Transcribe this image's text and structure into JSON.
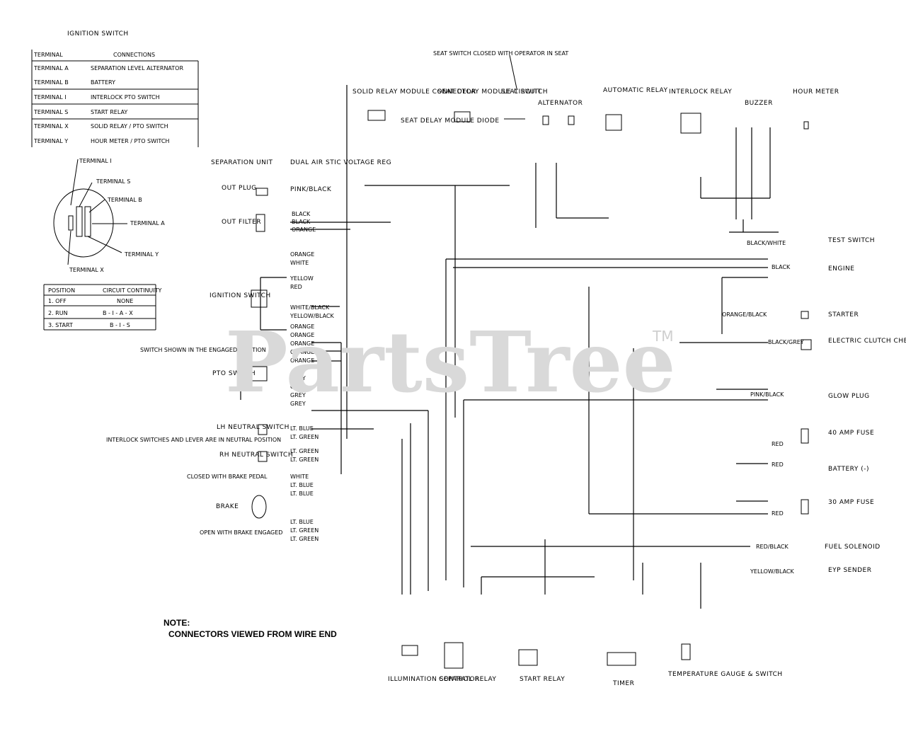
{
  "ignition_table": {
    "title": "IGNITION SWITCH",
    "headers": [
      "TERMINAL",
      "CONNECTIONS"
    ],
    "rows": [
      [
        "TERMINAL A",
        "SEPARATION LEVEL ALTERNATOR"
      ],
      [
        "TERMINAL B",
        "BATTERY"
      ],
      [
        "TERMINAL I",
        "INTERLOCK PTO SWITCH"
      ],
      [
        "TERMINAL S",
        "START RELAY"
      ],
      [
        "TERMINAL X",
        "SOLID RELAY / PTO SWITCH"
      ],
      [
        "TERMINAL Y",
        "HOUR METER / PTO SWITCH"
      ]
    ]
  },
  "position_table": {
    "headers": [
      "POSITION",
      "CIRCUIT CONTINUITY"
    ],
    "rows": [
      [
        "1. OFF",
        "NONE"
      ],
      [
        "2. RUN",
        "B - I - A - X"
      ],
      [
        "3. START",
        "B - I - S"
      ]
    ]
  },
  "terminal_labels": [
    "TERMINAL I",
    "TERMINAL S",
    "TERMINAL B",
    "TERMINAL A",
    "TERMINAL Y",
    "TERMINAL X"
  ],
  "top_components": [
    "SEAT SWITCH CLOSED WITH OPERATOR IN SEAT",
    "SOLID RELAY MODULE CONNECTOR",
    "SEAT DELAY MODULE CIRCUIT",
    "SEAT SWITCH",
    "SEAT DELAY MODULE DIODE",
    "ALTERNATOR",
    "AUTOMATIC RELAY",
    "INTERLOCK RELAY",
    "BUZZER",
    "HOUR METER"
  ],
  "left_components": {
    "separation_unit": "SEPARATION UNIT",
    "dual_air": "DUAL AIR STIC VOLTAGE REG",
    "plug": "OUT PLUG",
    "plug_wire": "PINK/BLACK",
    "filter": "OUT FILTER",
    "filter_wires": [
      "BLACK",
      "BLACK",
      "ORANGE"
    ],
    "ignition": "IGNITION SWITCH",
    "ignition_wires": [
      "ORANGE",
      "WHITE",
      "YELLOW",
      "RED",
      "WHITE/BLACK",
      "YELLOW/BLACK",
      "ORANGE",
      "ORANGE",
      "ORANGE",
      "ORANGE",
      "ORANGE"
    ],
    "pto_note": "SWITCH SHOWN IN THE ENGAGED POSITION",
    "pto": "PTO SWITCH",
    "pto_wires": [
      "GREY",
      "GREY",
      "GREY",
      "GREY"
    ],
    "neutral_note": "INTERLOCK SWITCHES AND LEVER ARE IN NEUTRAL POSITION",
    "neutral_left": "LH NEUTRAL SWITCH",
    "neutral_right": "RH NEUTRAL SWITCH",
    "neutral_wires": [
      "LT. BLUE",
      "LT. GREEN",
      "LT. GREEN",
      "LT. GREEN"
    ],
    "brake_note": "CLOSED WITH BRAKE PEDAL",
    "brake": "BRAKE",
    "brake_note2": "OPEN WITH BRAKE ENGAGED",
    "brake_wires": [
      "WHITE",
      "LT. BLUE",
      "LT. BLUE",
      "LT. BLUE",
      "LT. GREEN",
      "LT. GREEN"
    ]
  },
  "right_components": [
    {
      "wire": "BLACK/WHITE",
      "name": "TEST SWITCH"
    },
    {
      "wire": "BLACK",
      "name": "ENGINE"
    },
    {
      "wire": "ORANGE/BLACK",
      "name": "STARTER"
    },
    {
      "wire": "BLACK/GREY",
      "name": "ELECTRIC CLUTCH CHECK"
    },
    {
      "wire": "PINK/BLACK",
      "name": "GLOW PLUG"
    },
    {
      "wire": "RED",
      "name": "40 AMP FUSE"
    },
    {
      "wire": "RED",
      "name": "BATTERY (-)"
    },
    {
      "wire": "RED",
      "name": "30 AMP FUSE"
    },
    {
      "wire": "RED/BLACK",
      "name": "FUEL SOLENOID"
    },
    {
      "wire": "YELLOW/BLACK",
      "name": "EYP SENDER"
    }
  ],
  "bottom_components": [
    "ILLUMINATION SEPARATOR",
    "CONTROL RELAY",
    "START RELAY",
    "TIMER",
    "TEMPERATURE GAUGE & SWITCH"
  ],
  "note": {
    "title": "NOTE:",
    "text": "CONNECTORS VIEWED FROM WIRE END"
  },
  "watermark": {
    "brand": "PartsTree",
    "tm": "TM"
  },
  "colors": {
    "ink": "#000000",
    "watermark": "#d9d9d9"
  }
}
